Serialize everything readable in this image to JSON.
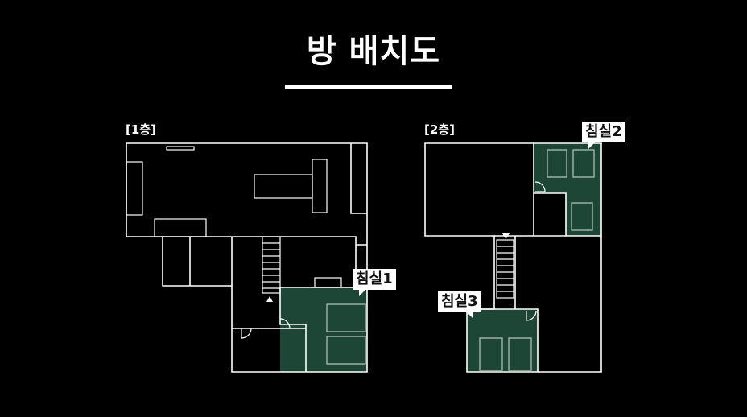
{
  "title": "방 배치도",
  "floors": [
    {
      "label": "[1층]",
      "bedrooms": [
        "침실1"
      ]
    },
    {
      "label": "[2층]",
      "bedrooms": [
        "침실2",
        "침실3"
      ]
    }
  ],
  "colors": {
    "background": "#000000",
    "line": "#ffffff",
    "bedroom_fill": "#1e4637"
  },
  "icons": [
    "stair-arrow-up-icon",
    "stair-arrow-down-icon",
    "door-swing-icon"
  ]
}
